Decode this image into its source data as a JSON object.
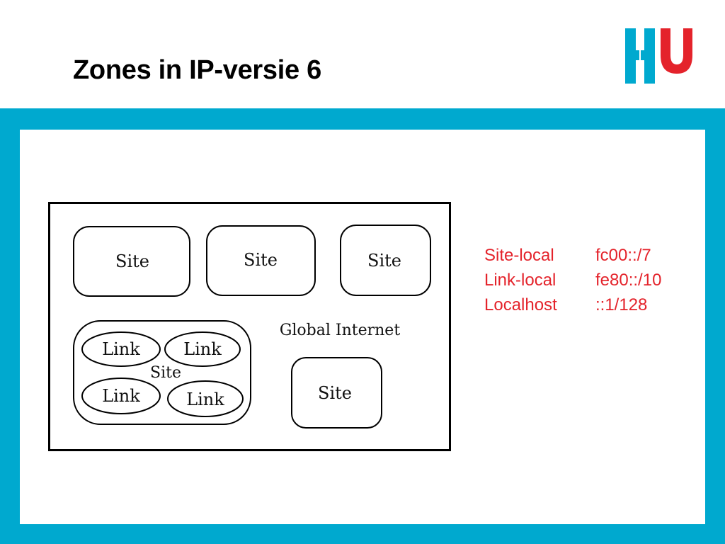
{
  "slide": {
    "title": "Zones in IP-versie 6",
    "logo": {
      "icon": "hu-logo-icon",
      "letters": "HU",
      "colors": {
        "h": "#00a9cf",
        "u": "#e4232b"
      }
    }
  },
  "colors": {
    "frame": "#00a9cf",
    "accent": "#e4232b",
    "text": "#000000"
  },
  "diagram": {
    "outer_label": "Global Internet",
    "sites": [
      {
        "label": "Site"
      },
      {
        "label": "Site"
      },
      {
        "label": "Site"
      },
      {
        "label": "Site",
        "links": [
          "Link",
          "Link",
          "Link",
          "Link"
        ]
      },
      {
        "label": "Site"
      }
    ]
  },
  "zones": [
    {
      "name": "Site-local",
      "prefix": "fc00::/7"
    },
    {
      "name": "Link-local",
      "prefix": "fe80::/10"
    },
    {
      "name": "Localhost",
      "prefix": "::1/128"
    }
  ]
}
